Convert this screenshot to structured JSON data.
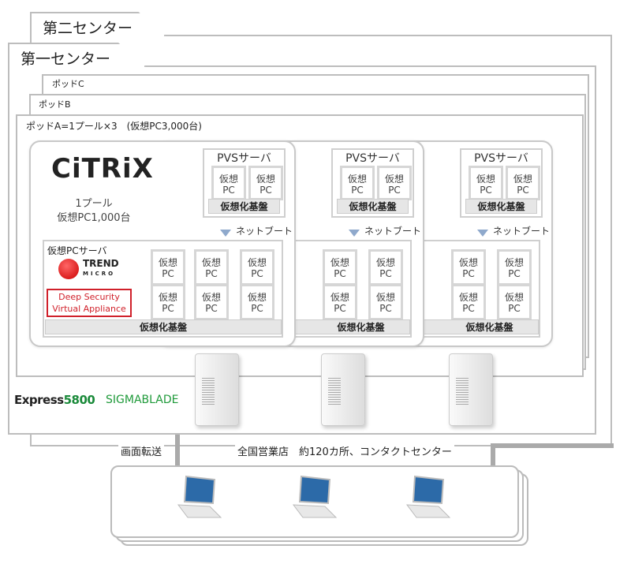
{
  "centers": {
    "second": "第二センター",
    "first": "第一センター"
  },
  "pods": {
    "c": "ポッドC",
    "b": "ポッドB",
    "a": "ポッドA=1プール×3　(仮想PC3,000台)"
  },
  "pool": {
    "citrix_logo": "CiTRiX",
    "pool_line1": "1プール",
    "pool_line2": "仮想PC1,000台",
    "pvs_title": "PVSサーバ",
    "vm": "仮想\nPC",
    "vm_line1": "仮想",
    "vm_line2": "PC",
    "base": "仮想化基盤",
    "netboot": "ネットブート",
    "vm_server": "仮想PCサーバ",
    "trend_logo": "TREND MICRO",
    "dsva_line1": "Deep Security",
    "dsva_line2": "Virtual Appliance"
  },
  "brand": {
    "express": "Express",
    "num": "5800",
    "sigma": "SIGMABLADE"
  },
  "bottom": {
    "screen_transfer": "画面転送",
    "branches": "全国営業店　約120カ所、コンタクトセンター"
  }
}
